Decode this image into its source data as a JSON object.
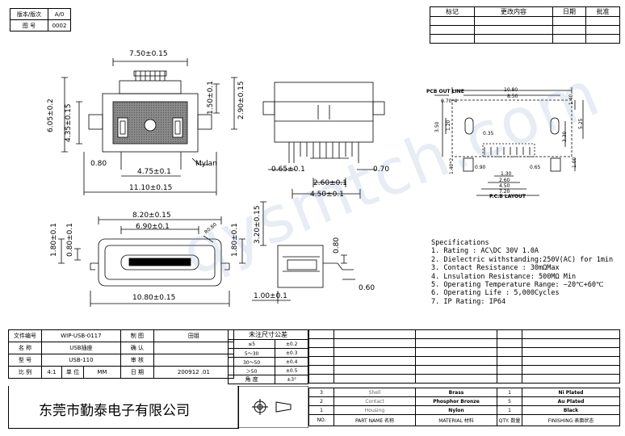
{
  "title_block": {
    "version_label": "版本/版次",
    "version_value": "A/0",
    "drawing_no_label": "图 号",
    "drawing_no_value": "0002"
  },
  "revision_table": {
    "headers": [
      "标记",
      "更改内容",
      "日期",
      "批准"
    ]
  },
  "dimensions": {
    "top_width": "7.50±0.15",
    "left_outer": "6.05±0.2",
    "left_inner": "4.35±0.15",
    "right_a": "1.50±0.1",
    "right_b": "2.90±0.15",
    "bottom_left": "0.80",
    "pitch_span": "4.75±0.1",
    "overall_width": "11.10±0.15",
    "nylon": "Mylan",
    "side_left": "0.65±0.1",
    "side_right": "0.70",
    "side_mid": "2.60±0.1",
    "side_bottom": "4.50±0.1",
    "front_w1": "8.20±0.15",
    "front_w2": "6.90±0.1",
    "front_r": "R0.80",
    "front_h1": "1.80±0.1",
    "front_h2": "0.80±0.1",
    "front_h3": "1.80±0.1",
    "front_bottom": "10.80±0.15",
    "profile_h": "3.20±0.15",
    "profile_t": "0.80",
    "profile_b": "0.60",
    "profile_l": "1.00±0.1"
  },
  "pcb": {
    "title": "PCB OUT LINE",
    "layout_label": "P.C.B LAYOUT",
    "d_top1": "10.80",
    "d_top2": "8.50",
    "d_hole": "0.70*4",
    "d_right1": "1.40",
    "d_right2": "5.25",
    "d_right3": "3.30",
    "d_right4": "1.00",
    "d_left1": "3.50",
    "d_left2": "1.20",
    "d_left3": "1.40*2",
    "d_035": "0.35",
    "d_090": "0.90",
    "d_065": "0.65",
    "d_130": "1.30",
    "d_260": "2.60",
    "d_450": "4.50",
    "d_720": "7.20"
  },
  "specs": {
    "title": "Specifications",
    "lines": [
      "1. Rating : AC\\DC 30V 1.0A",
      "2. Dielectric withstanding:250V(AC) for 1min",
      "3. Contact Resistance : 30mΩMax",
      "4. Lnsulation Resistance: 500MΩ Min",
      "5. Operating Temperature Range: −20℃+60℃",
      "6. Operating Life : 5,000Cycles",
      "7. IP Rating: IP64"
    ]
  },
  "watermark": "qysmtch.com",
  "info": {
    "file_no_label": "文件编号",
    "file_no_value": "WIP-USB-0117",
    "name_label": "名 称",
    "name_value": "USB插座",
    "model_label": "型 号",
    "model_value": "USB-110",
    "scale_label": "比 例",
    "scale_value": "4:1",
    "unit_label": "单 位",
    "unit_value": "MM",
    "draw_label": "制 图",
    "draw_value": "田姐",
    "confirm_label": "确 认",
    "review_label": "审 核",
    "date_label": "日 期",
    "date_value": "200912 .01"
  },
  "tolerance": {
    "title": "未注尺寸公差",
    "rows": [
      [
        "≤5",
        "±0.2"
      ],
      [
        "5～30",
        "±0.3"
      ],
      [
        "30～50",
        "±0.4"
      ],
      [
        "＞50",
        "±0.5"
      ],
      [
        "角 度",
        "±3°"
      ]
    ]
  },
  "company": "东莞市勤泰电子有限公司",
  "bom": {
    "rows": [
      {
        "no": "3",
        "part": "Shell",
        "material": "Brass",
        "qty": "1",
        "finish": "Ni Plated"
      },
      {
        "no": "2",
        "part": "Contact",
        "material": "Phosphor Bronze",
        "qty": "5",
        "finish": "Au Plated"
      },
      {
        "no": "1",
        "part": "Housing",
        "material": "Nylon",
        "qty": "1",
        "finish": "Black"
      }
    ],
    "header": {
      "no": "NO.",
      "part": "PART NAME 名称",
      "material": "MATERIAL 材料",
      "qty": "QTY. 数量",
      "finish": "FINISHING 表面状态"
    }
  }
}
